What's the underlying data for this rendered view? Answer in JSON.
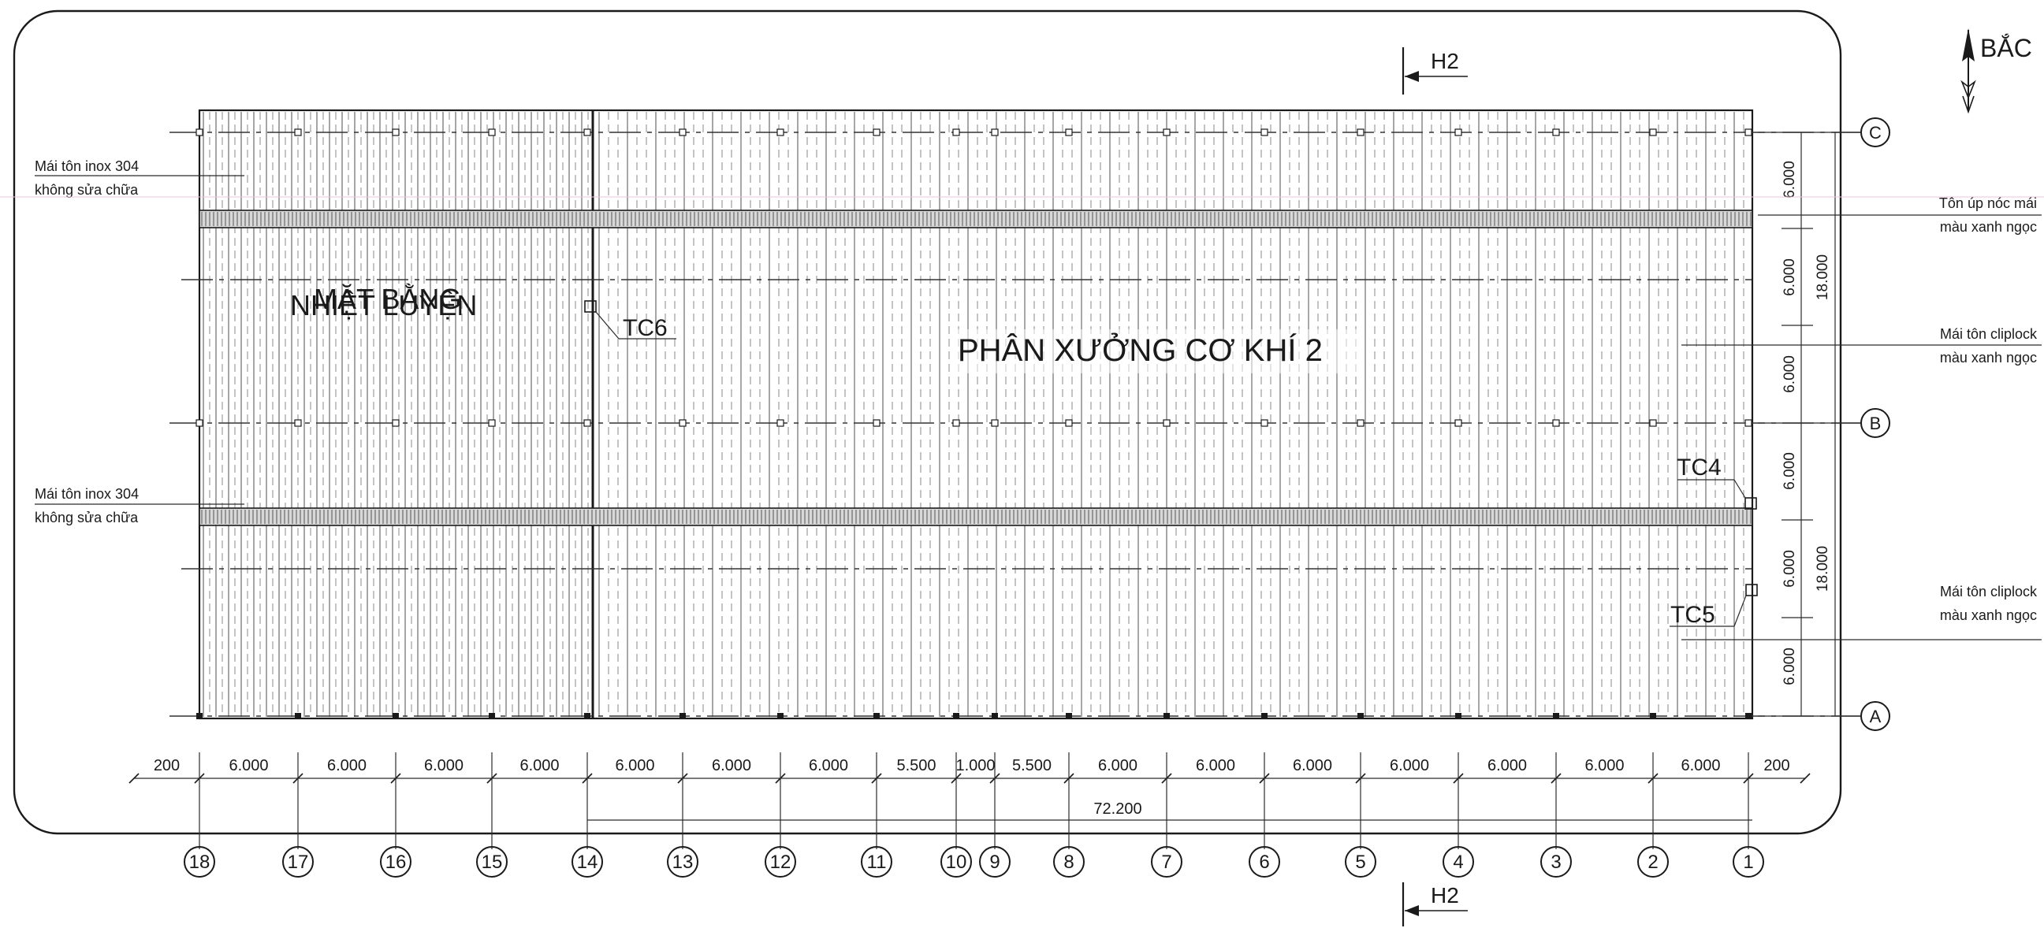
{
  "north": {
    "label": "BẮC"
  },
  "sections": {
    "top": "H2",
    "bottom": "H2"
  },
  "titles": {
    "workshop": "PHÂN XƯỞNG CƠ KHÍ 2",
    "heat_line1": "MẶT BẰNG",
    "heat_line2": "NHIỆT LUYỆN"
  },
  "notes": {
    "left_top": [
      "Mái tôn inox 304",
      "không sửa chữa"
    ],
    "left_bottom": [
      "Mái tôn inox 304",
      "không sửa chữa"
    ],
    "right_ridge": [
      "Tôn úp nóc mái",
      "màu xanh ngọc"
    ],
    "right_mid": [
      "Mái tôn cliplock",
      "màu xanh ngọc"
    ],
    "right_low": [
      "Mái tôn cliplock",
      "màu xanh ngọc"
    ]
  },
  "tags": {
    "tc6": "TC6",
    "tc4": "TC4",
    "tc5": "TC5"
  },
  "row_axes": [
    "C",
    "B",
    "A"
  ],
  "col_axes": [
    "18",
    "17",
    "16",
    "15",
    "14",
    "13",
    "12",
    "11",
    "10",
    "9",
    "8",
    "7",
    "6",
    "5",
    "4",
    "3",
    "2",
    "1"
  ],
  "bottom_dims": [
    "200",
    "6.000",
    "6.000",
    "6.000",
    "6.000",
    "6.000",
    "6.000",
    "6.000",
    "5.500",
    "1.000",
    "5.500",
    "6.000",
    "6.000",
    "6.000",
    "6.000",
    "6.000",
    "6.000",
    "6.000",
    "200"
  ],
  "overall_dim": "72.200",
  "right_dims": [
    "6.000",
    "6.000",
    "6.000",
    "6.000",
    "6.000",
    "6.000"
  ],
  "right_totals": [
    "18.000",
    "18.000"
  ]
}
